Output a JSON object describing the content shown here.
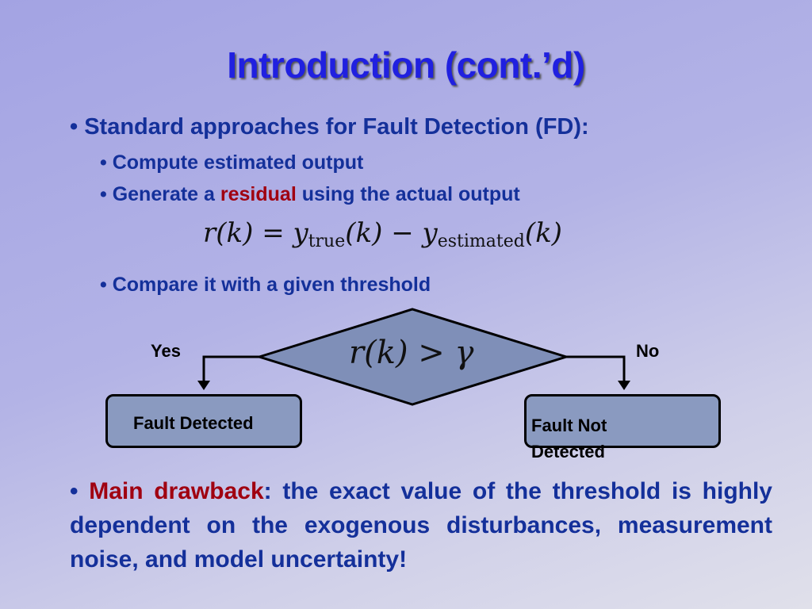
{
  "slide": {
    "title": "Introduction (cont.’d)",
    "bullet1": "Standard approaches for Fault Detection (FD):",
    "sub1": "Compute estimated output",
    "sub2_pre": "Generate a ",
    "sub2_red": "residual",
    "sub2_post": " using the actual output",
    "equation": {
      "lhs": "r(k) = y",
      "sub_true": "true",
      "mid": "(k) − y",
      "sub_est": "estimated",
      "end": "(k)"
    },
    "sub3": "Compare it with a given threshold",
    "flow": {
      "condition": "r(k) > γ",
      "yes_label": "Yes",
      "no_label": "No",
      "yes_box": "Fault Detected",
      "no_box": "Fault Not Detected",
      "box_color": "#8a9ac0",
      "diamond_color": "#7f8fb8"
    },
    "drawback_red": "Main drawback",
    "drawback_text": ": the exact value of the threshold is highly dependent on the exogenous disturbances, measurement noise, and model uncertainty!",
    "colors": {
      "title": "#2020e0",
      "body": "#14309a",
      "highlight": "#a00010"
    }
  }
}
